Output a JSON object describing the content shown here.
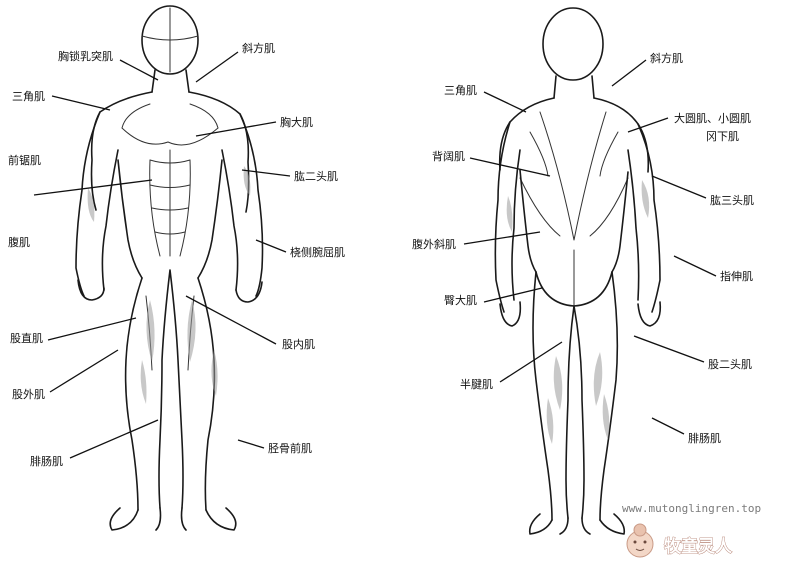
{
  "front": {
    "labels": [
      {
        "id": "sternocleidomastoid",
        "text": "胸锁乳突肌"
      },
      {
        "id": "trapezius",
        "text": "斜方肌"
      },
      {
        "id": "deltoid",
        "text": "三角肌"
      },
      {
        "id": "pectoralis-major",
        "text": "胸大肌"
      },
      {
        "id": "serratus-anterior",
        "text": "前锯肌"
      },
      {
        "id": "biceps",
        "text": "肱二头肌"
      },
      {
        "id": "abdominals",
        "text": "腹肌"
      },
      {
        "id": "brachioradialis",
        "text": "桡侧腕屈肌"
      },
      {
        "id": "rectus-femoris",
        "text": "股直肌"
      },
      {
        "id": "adductor",
        "text": "股内肌"
      },
      {
        "id": "vastus-lateralis",
        "text": "股外肌"
      },
      {
        "id": "gastrocnemius",
        "text": "腓肠肌"
      },
      {
        "id": "tibialis-anterior",
        "text": "胫骨前肌"
      }
    ]
  },
  "back": {
    "labels": [
      {
        "id": "trapezius",
        "text": "斜方肌"
      },
      {
        "id": "deltoid",
        "text": "三角肌"
      },
      {
        "id": "teres",
        "text": "大圆肌、小圆肌"
      },
      {
        "id": "infraspinatus",
        "text": "冈下肌"
      },
      {
        "id": "latissimus",
        "text": "背阔肌"
      },
      {
        "id": "triceps",
        "text": "肱三头肌"
      },
      {
        "id": "external-oblique",
        "text": "腹外斜肌"
      },
      {
        "id": "extensors",
        "text": "指伸肌"
      },
      {
        "id": "gluteus-maximus",
        "text": "臀大肌"
      },
      {
        "id": "biceps-femoris",
        "text": "股二头肌"
      },
      {
        "id": "semitendinosus",
        "text": "半腱肌"
      },
      {
        "id": "gastrocnemius",
        "text": "腓肠肌"
      }
    ]
  },
  "watermark": {
    "url": "www.mutonglingren.top",
    "name": "牧童灵人"
  }
}
